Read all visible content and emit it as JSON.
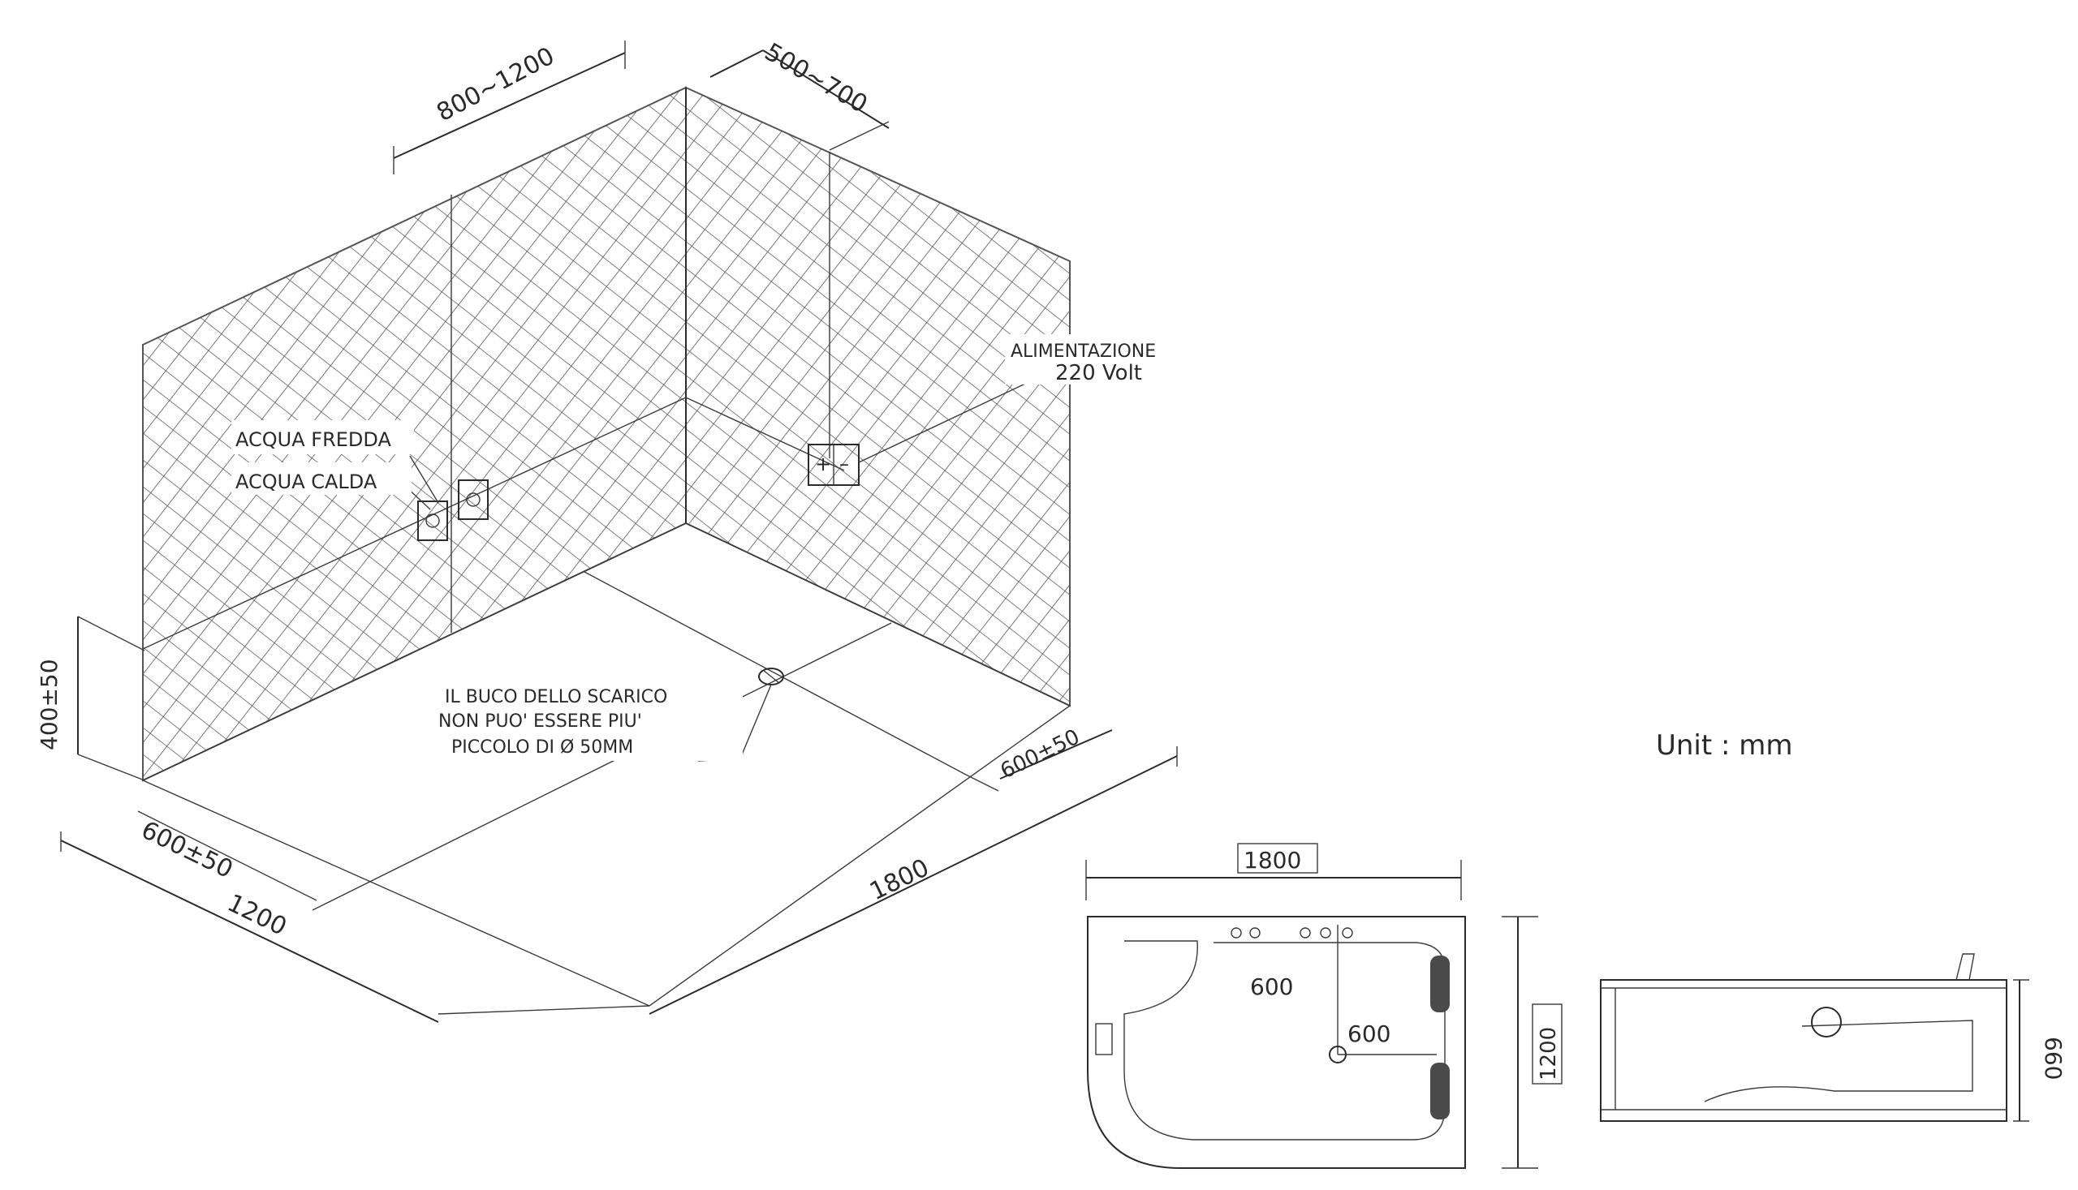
{
  "labels": {
    "dim_wall_left_spacing": "800~1200",
    "dim_wall_right_spacing": "500~700",
    "cold_water": "ACQUA FREDDA",
    "hot_water": "ACQUA CALDA",
    "power_line1": "ALIMENTAZIONE",
    "power_line2": "220 Volt",
    "height_dim": "400±50",
    "drain_line1": "IL BUCO DELLO SCARICO",
    "drain_line2": "NON PUO' ESSERE PIU'",
    "drain_line3": "PICCOLO DI Ø 50MM",
    "dim_600_right": "600±50",
    "dim_600_left": "600±50",
    "dim_1200_iso": "1200",
    "dim_1800_iso": "1800",
    "unit": "Unit : mm",
    "top_width": "1800",
    "top_depth": "1200",
    "top_600_a": "600",
    "top_600_b": "600",
    "side_height": "660"
  }
}
